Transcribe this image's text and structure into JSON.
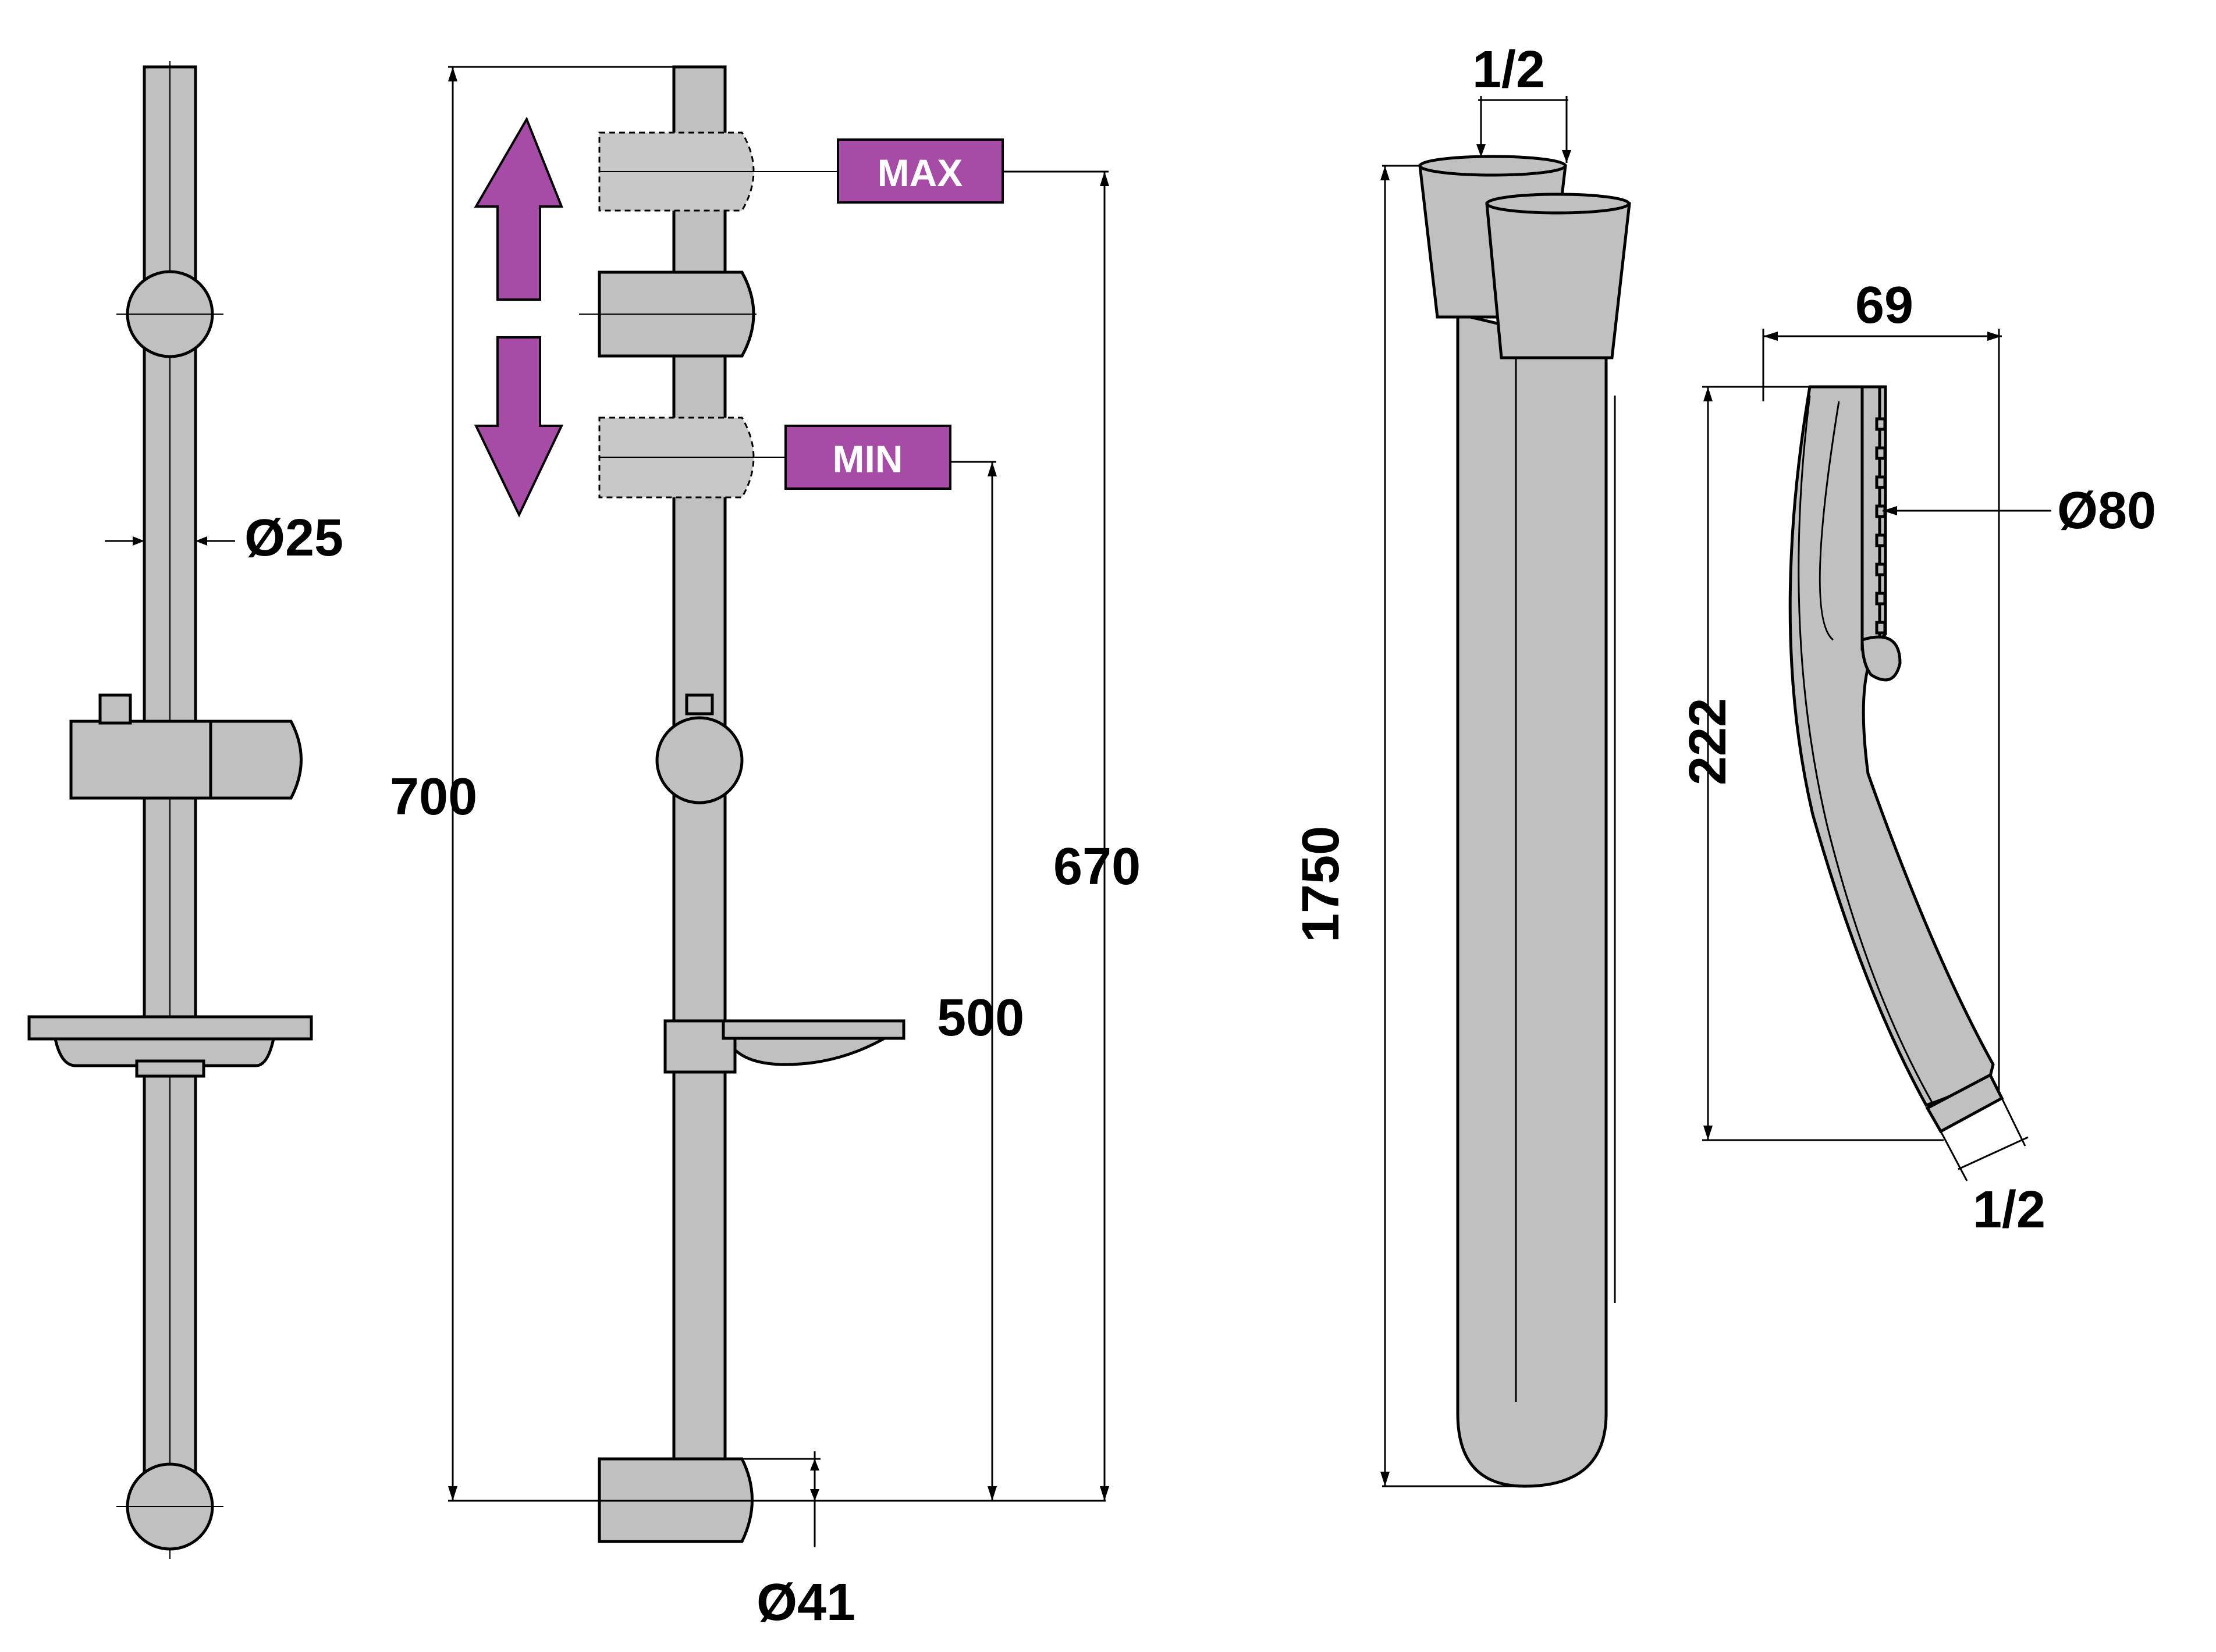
{
  "colors": {
    "part_fill": "#c0c0c0",
    "outline": "#000000",
    "tag_fill": "#a64ca6",
    "arrow_fill": "#a64ca6",
    "label_text": "#ffffff",
    "background": "#ffffff"
  },
  "rail_front": {
    "diameter_label": "Ø25"
  },
  "rail_side": {
    "height_label": "700",
    "max_tag": "MAX",
    "min_tag": "MIN",
    "max_height_label": "670",
    "min_height_label": "500",
    "bracket_diameter_label": "Ø41",
    "arrows": [
      "arrow-up-icon",
      "arrow-down-icon"
    ]
  },
  "hose": {
    "length_label": "1750",
    "thread_label": "1/2"
  },
  "hand_shower": {
    "width_label": "69",
    "face_diameter_label": "Ø80",
    "length_label": "222",
    "thread_label": "1/2"
  }
}
